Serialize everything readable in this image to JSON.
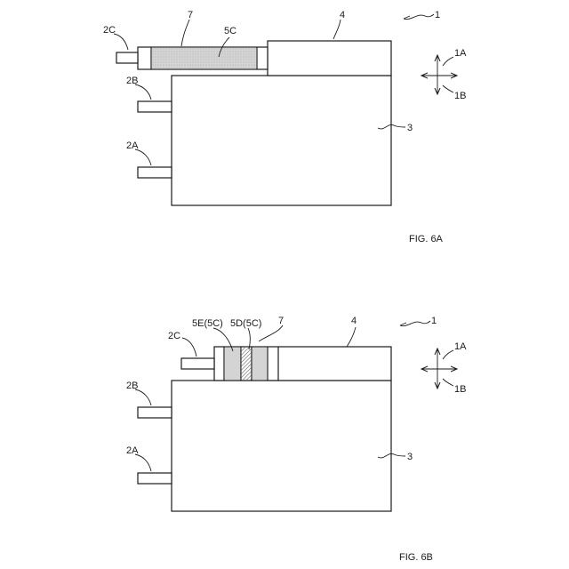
{
  "figure_a": {
    "ref_device": "1",
    "ref_body": "3",
    "ref_block": "4",
    "ref_sheet": "7",
    "ref_filler": "5C",
    "terminal_top": "2C",
    "terminal_mid": "2B",
    "terminal_low": "2A",
    "dir_horizontal": "1A",
    "dir_vertical": "1B",
    "caption": "FIG. 6A"
  },
  "figure_b": {
    "ref_device": "1",
    "ref_body": "3",
    "ref_block": "4",
    "ref_sheet": "7",
    "ref_part_e": "5E(5C)",
    "ref_part_d": "5D(5C)",
    "terminal_top": "2C",
    "terminal_mid": "2B",
    "terminal_low": "2A",
    "dir_horizontal": "1A",
    "dir_vertical": "1B",
    "caption": "FIG. 6B"
  },
  "colors": {
    "line": "#1a1a1a",
    "fill_gray": "#d4d4d4",
    "fill_dot": "#a8a8a8"
  }
}
